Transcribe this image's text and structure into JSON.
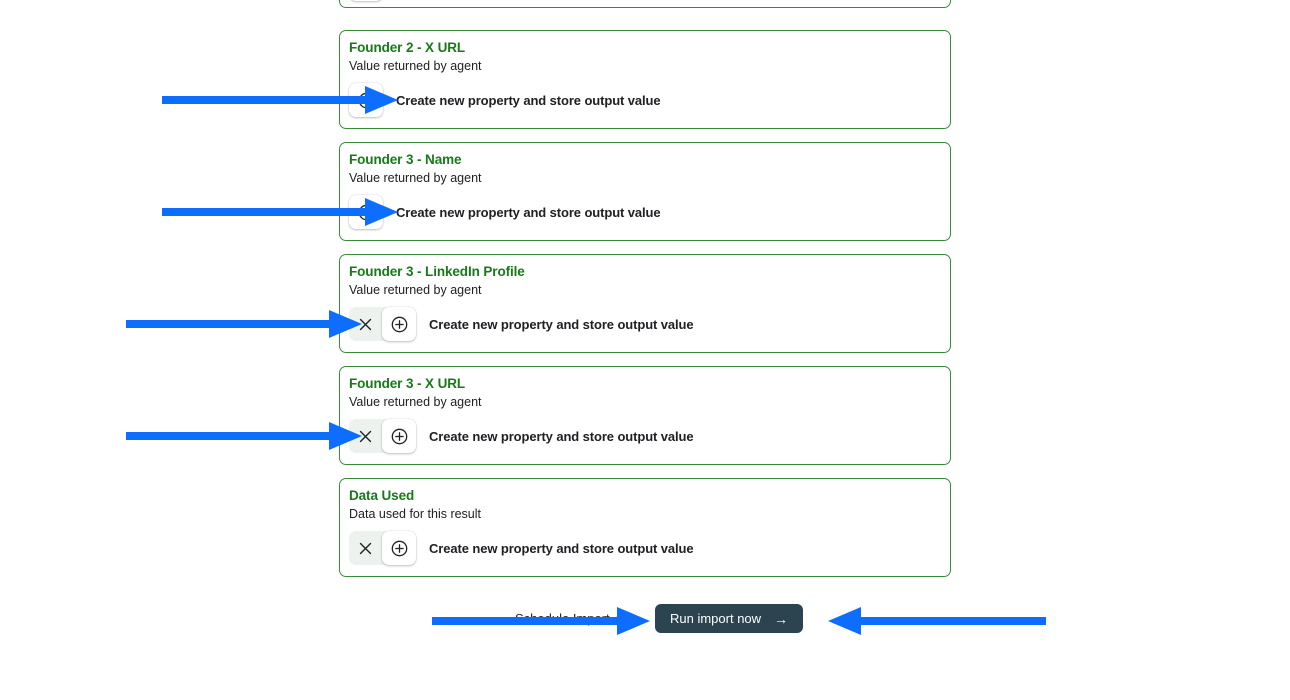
{
  "page": {
    "background": "#ffffff",
    "card_border_color": "#3b8a3b",
    "card_title_color": "#167a17",
    "annotation_arrow_color": "#0d6efd",
    "run_button_color": "#2c4450"
  },
  "cards": [
    {
      "title": "",
      "subtitle": "",
      "action_label": "",
      "has_remove": false,
      "partial": true
    },
    {
      "title": "Founder 2 - X URL",
      "subtitle": "Value returned by agent",
      "action_label": "Create new property and store output value",
      "has_remove": false,
      "partial": false
    },
    {
      "title": "Founder 3 - Name",
      "subtitle": "Value returned by agent",
      "action_label": "Create new property and store output value",
      "has_remove": false,
      "partial": false
    },
    {
      "title": "Founder 3 - LinkedIn Profile",
      "subtitle": "Value returned by agent",
      "action_label": "Create new property and store output value",
      "has_remove": true,
      "partial": false
    },
    {
      "title": "Founder 3 - X URL",
      "subtitle": "Value returned by agent",
      "action_label": "Create new property and store output value",
      "has_remove": true,
      "partial": false
    },
    {
      "title": "Data Used",
      "subtitle": "Data used for this result",
      "action_label": "Create new property and store output value",
      "has_remove": true,
      "partial": false
    }
  ],
  "footer": {
    "schedule_label": "Schedule Import",
    "schedule_icon": "clock-icon",
    "run_button_label": "Run import now",
    "run_button_icon": "arrow-right-icon"
  },
  "annotations": [
    {
      "name": "arrow-founder2-x-url",
      "direction": "right"
    },
    {
      "name": "arrow-founder3-name",
      "direction": "right"
    },
    {
      "name": "arrow-founder3-linkedin",
      "direction": "right"
    },
    {
      "name": "arrow-founder3-x-url",
      "direction": "right"
    },
    {
      "name": "arrow-run-import-left-side",
      "direction": "right"
    },
    {
      "name": "arrow-run-import-right-side",
      "direction": "left"
    }
  ]
}
